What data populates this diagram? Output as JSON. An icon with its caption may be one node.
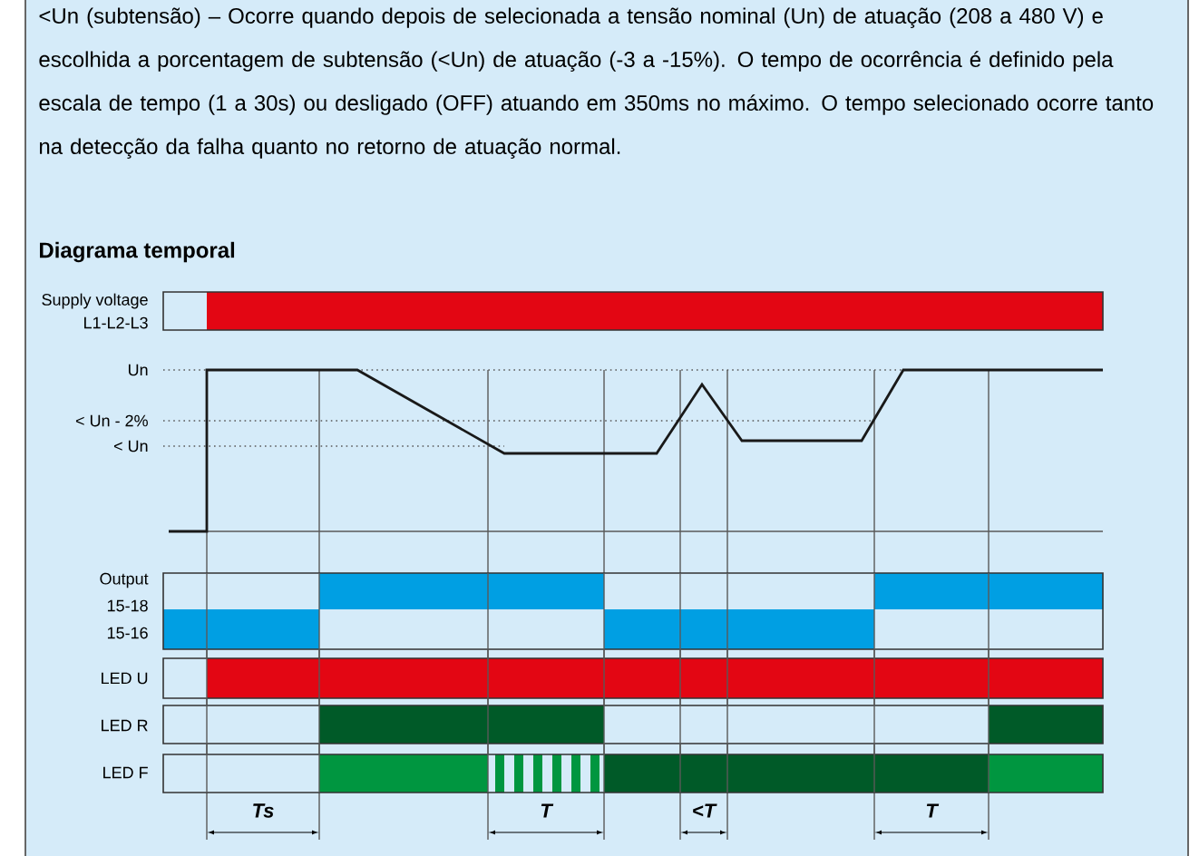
{
  "diagram": {
    "title": "Diagrama temporal",
    "labels": [
      "<Un (subtensão) – Ocorre quando depois de selecionada a tensão nominal (Un) de atuação (208 a 480 V) e escolhida a porcentagem de subtensão (<Un) de atuação (-3 a -15%). O tempo de ocorrência é definido pela escala de tempo (1 a 30s) ou desligado (OFF) atuando em 350ms no máximo. O tempo selecionado ocorre tanto na detecção da falha quanto no retorno de atuação normal.",
      "Supply voltage",
      "L1-L2-L3",
      "Un",
      "< Un - 2%",
      "< Un",
      "Output",
      "15-18",
      "15-16",
      "LED U",
      "LED R",
      "LED F",
      "Ts",
      "T",
      "<T",
      "T"
    ]
  }
}
